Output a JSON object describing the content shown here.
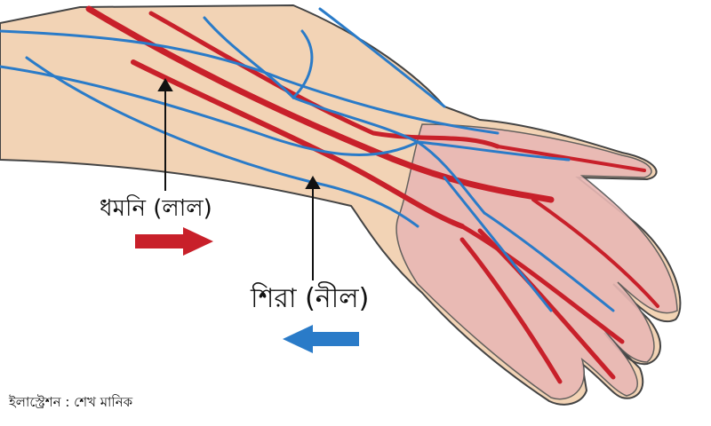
{
  "labels": {
    "artery": "ধমনি (লাল)",
    "vein": "শিরা (নীল)",
    "credit": "ইলাস্ট্রেশন : শেখ মানিক"
  },
  "colors": {
    "artery": "#c8202a",
    "vein": "#2a7bc8",
    "skin": "#f2d3b5",
    "palm": "#e9b8b4",
    "outline": "#444444"
  },
  "icons": {
    "flow_right": "arrow-right",
    "flow_left": "arrow-left"
  }
}
